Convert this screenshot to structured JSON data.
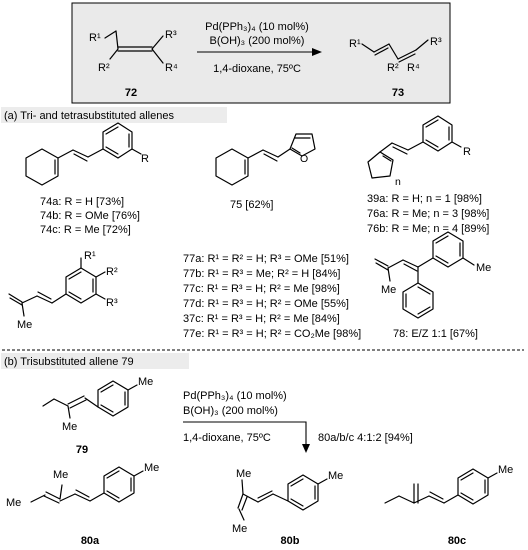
{
  "scheme": {
    "reagent_line1": "Pd(PPh₃)₄ (10 mol%)",
    "reagent_line2": "B(OH)₃ (200 mol%)",
    "conditions": "1,4-dioxane, 75ºC",
    "sm_label": "72",
    "product_label": "73",
    "r1": "R¹",
    "r2": "R²",
    "r3": "R³",
    "r4": "R⁴"
  },
  "section_a": {
    "title": "(a) Tri- and tetrasubstituted allenes",
    "c74": {
      "r": "R",
      "lines": [
        "74a: R = H [73%]",
        "74b: R = OMe [76%]",
        "74c: R = Me [72%]"
      ]
    },
    "c75": {
      "line": "75 [62%]"
    },
    "c39": {
      "r": "R",
      "n": "n",
      "lines": [
        "39a: R = H; n = 1 [98%]",
        "76a: R = Me; n = 3 [98%]",
        "76b: R = Me; n = 4 [89%]"
      ]
    },
    "c77": {
      "me": "Me",
      "r1": "R¹",
      "r2": "R²",
      "r3": "R³",
      "lines": [
        "77a: R¹ = R² = H; R³ = OMe [51%]",
        "77b: R¹ = R³ = Me; R² = H [84%]",
        "77c: R¹ = R³ = H; R² = Me [98%]",
        "77d: R¹ = R³ = H; R² = OMe [55%]",
        "37c: R¹ = R³ = H; R² = Me [84%]",
        "77e: R¹ = R³ = H; R² = CO₂Me [98%]"
      ]
    },
    "c78": {
      "me1": "Me",
      "me2": "Me",
      "line": "78: E/Z 1:1 [67%]"
    }
  },
  "section_b": {
    "title": "(b) Trisubstituted allene 79",
    "reagent_line1": "Pd(PPh₃)₄ (10 mol%)",
    "reagent_line2": "B(OH)₃ (200 mol%)",
    "conditions": "1,4-dioxane, 75ºC",
    "ratio": "80a/b/c 4:1:2 [94%]",
    "sm_label": "79",
    "me": "Me",
    "p80a": {
      "label": "80a",
      "me1": "Me",
      "me2": "Me"
    },
    "p80b": {
      "label": "80b",
      "me1": "Me",
      "me2": "Me",
      "me3": "Me"
    },
    "p80c": {
      "label": "80c",
      "me": "Me"
    }
  }
}
